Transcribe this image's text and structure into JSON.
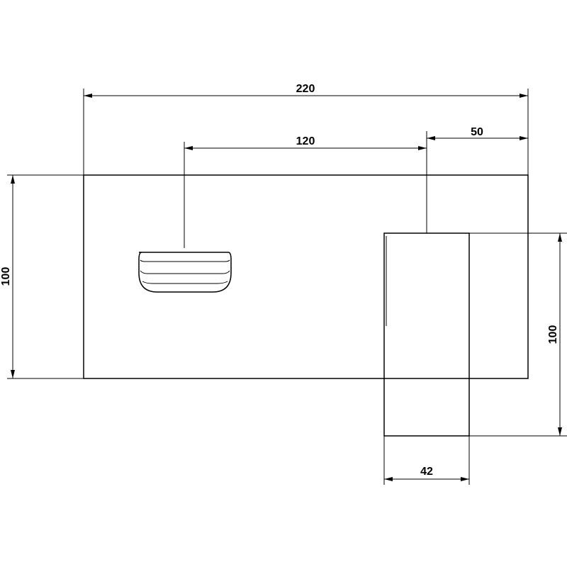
{
  "drawing": {
    "stroke_color": "#000000",
    "background_color": "#ffffff",
    "dimensions": {
      "overall_width": "220",
      "spout_offset": "120",
      "handle_offset": "50",
      "plate_height": "100",
      "handle_height": "100",
      "handle_width": "42"
    }
  }
}
